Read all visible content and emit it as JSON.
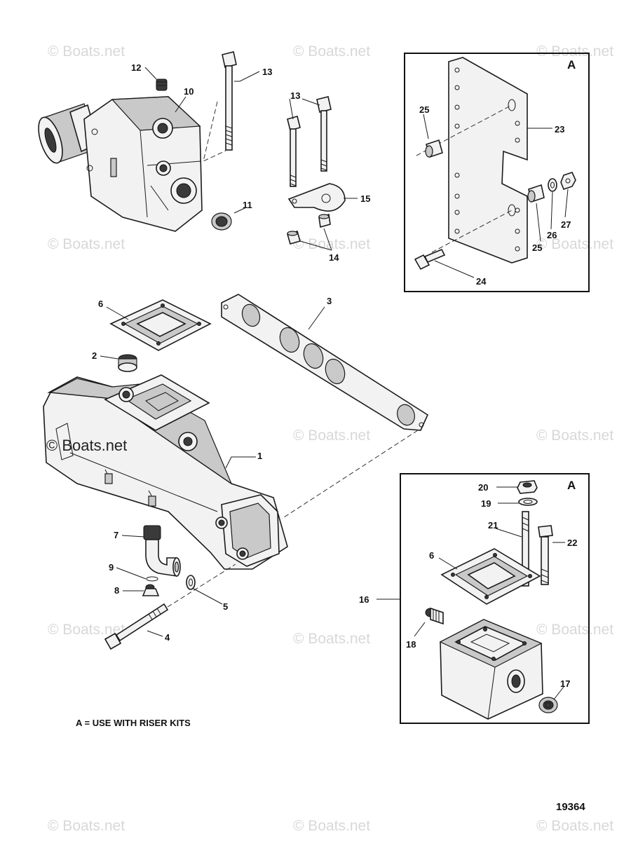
{
  "watermark": "© Boats.net",
  "box_letter": "A",
  "note": "A = USE WITH RISER KITS",
  "figure_number": "19364",
  "callouts": {
    "c1": "1",
    "c2": "2",
    "c3": "3",
    "c4": "4",
    "c5": "5",
    "c6": "6",
    "c6b": "6",
    "c7": "7",
    "c8": "8",
    "c9": "9",
    "c10": "10",
    "c11": "11",
    "c12": "12",
    "c13": "13",
    "c13b": "13",
    "c14": "14",
    "c15": "15",
    "c16": "16",
    "c17": "17",
    "c18": "18",
    "c19": "19",
    "c20": "20",
    "c21": "21",
    "c22": "22",
    "c23": "23",
    "c24": "24",
    "c25": "25",
    "c25b": "25",
    "c26": "26",
    "c27": "27"
  }
}
